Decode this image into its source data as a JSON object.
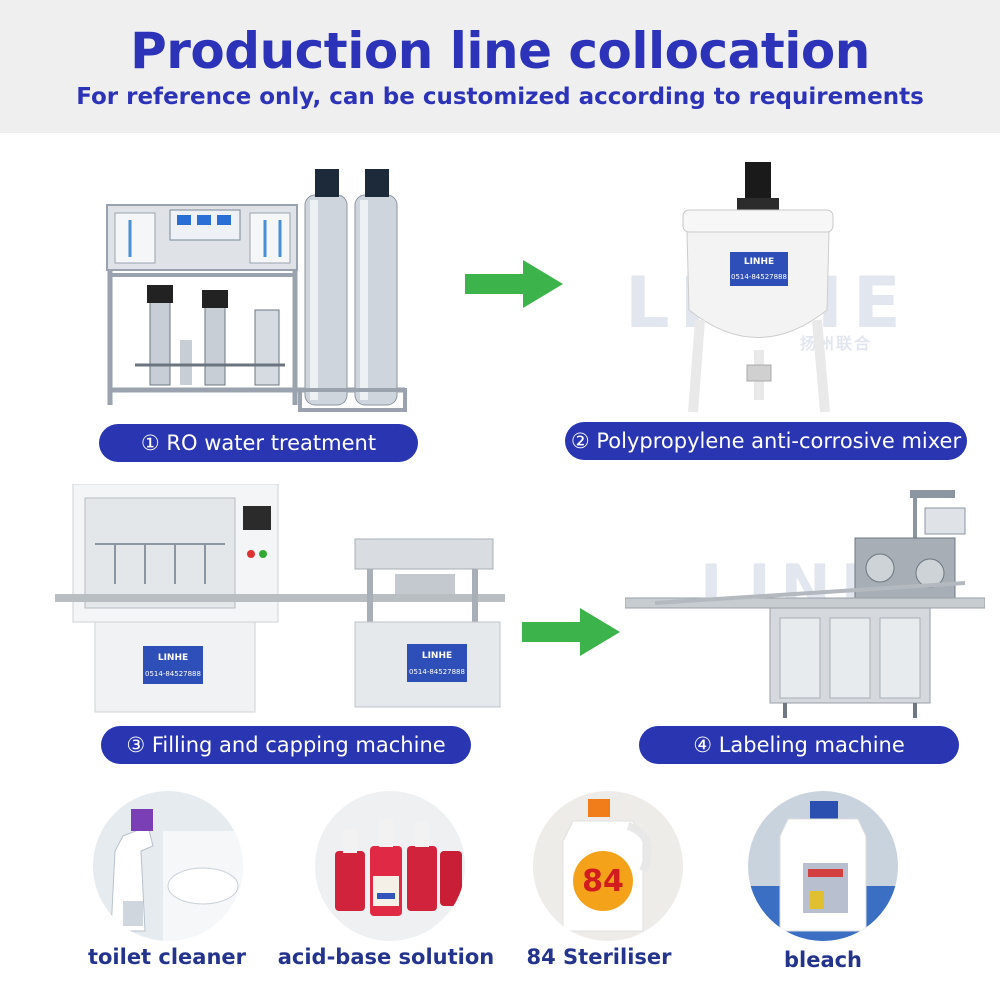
{
  "header": {
    "title": "Production line collocation",
    "subtitle": "For reference only, can be customized according to requirements"
  },
  "steps": [
    {
      "label": "① RO water treatment"
    },
    {
      "label": "② Polypropylene anti-corrosive mixer"
    },
    {
      "label": "③ Filling and capping machine"
    },
    {
      "label": "④ Labeling machine"
    }
  ],
  "brand": {
    "logo": "LINHE",
    "phone": "0514-84527888",
    "watermark": "LINHE",
    "watermark_cn": "扬州联合"
  },
  "products": [
    {
      "label": "toilet cleaner"
    },
    {
      "label": "acid-base solution"
    },
    {
      "label": "84 Steriliser"
    },
    {
      "label": "bleach"
    }
  ],
  "product_marks": {
    "steriliser_number": "84"
  },
  "colors": {
    "accent": "#2d33b9",
    "pill": "#2a35b2",
    "arrow": "#3cb44b",
    "product_label": "#24338c"
  }
}
